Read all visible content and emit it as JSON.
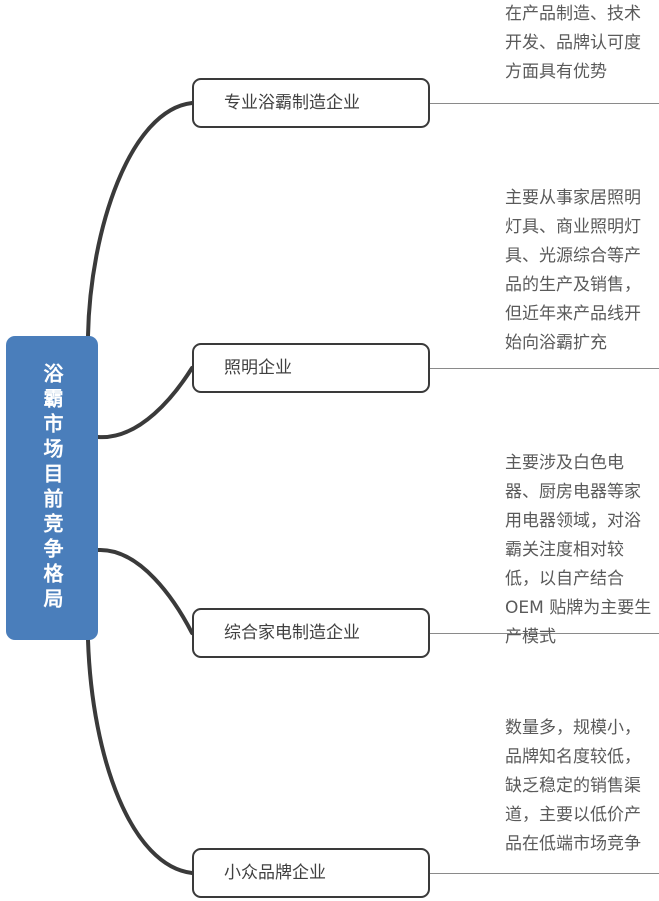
{
  "diagram": {
    "type": "mind-map",
    "title": "浴霸市场目前竞争格局",
    "root": {
      "label": "浴霸市场目前竞争格局",
      "orientation": "vertical",
      "fill_color": "#4A7EBB",
      "text_color": "#FFFFFF"
    },
    "branches": [
      {
        "label": "专业浴霸制造企业",
        "description": "在产品制造、技术开发、品牌认可度方面具有优势"
      },
      {
        "label": "照明企业",
        "description": "主要从事家居照明灯具、商业照明灯具、光源综合等产品的生产及销售，但近年来产品线开始向浴霸扩充"
      },
      {
        "label": "综合家电制造企业",
        "description": "主要涉及白色电器、厨房电器等家用电器领域，对浴霸关注度相对较低，以自产结合OEM 贴牌为主要生产模式"
      },
      {
        "label": "小众品牌企业",
        "description": "数量多，规模小，品牌知名度较低，缺乏稳定的销售渠道，主要以低价产品在低端市场竞争"
      }
    ],
    "colors": {
      "root_fill": "#4A7EBB",
      "node_border": "#3A3A3A",
      "edge_stroke": "#3A3A3A",
      "rule_stroke": "#8A8A8A",
      "text": "#5A5A5A"
    }
  }
}
